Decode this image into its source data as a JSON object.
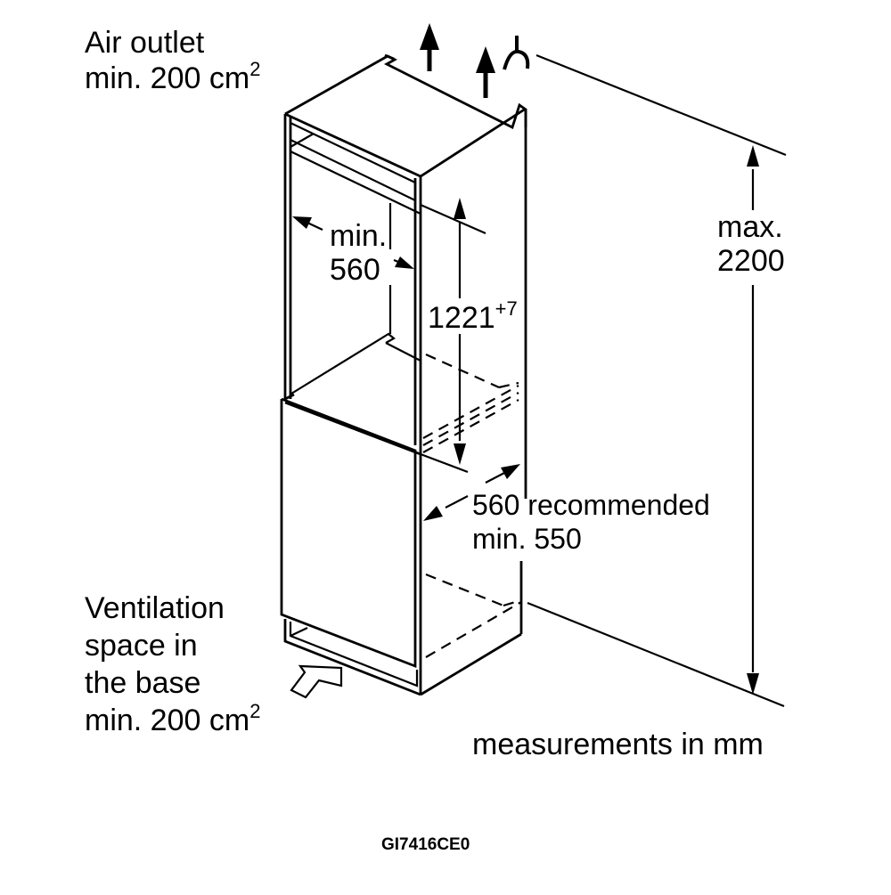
{
  "labels": {
    "air_outlet": {
      "line1": "Air outlet",
      "line2": "min. 200 cm",
      "sup": "2"
    },
    "ventilation": {
      "line1": "Ventilation",
      "line2": "space in",
      "line3": "the base",
      "line4": "min. 200 cm",
      "sup": "2"
    },
    "niche_width": {
      "line1": "min.",
      "line2": "560"
    },
    "appliance_height": {
      "value": "1221",
      "tolerance": "+7"
    },
    "max_height": {
      "line1": "max.",
      "line2": "2200"
    },
    "depth": {
      "line1": "560 recommended",
      "line2": "min. 550"
    },
    "units_note": "measurements in mm",
    "model_code": "GI7416CE0"
  },
  "icons": {
    "airflow_up": "arrow-up-icon",
    "airflow_in": "hollow-arrow-icon",
    "ceiling": "ceiling-symbol-icon"
  },
  "colors": {
    "line": "#000000",
    "background": "#ffffff"
  }
}
